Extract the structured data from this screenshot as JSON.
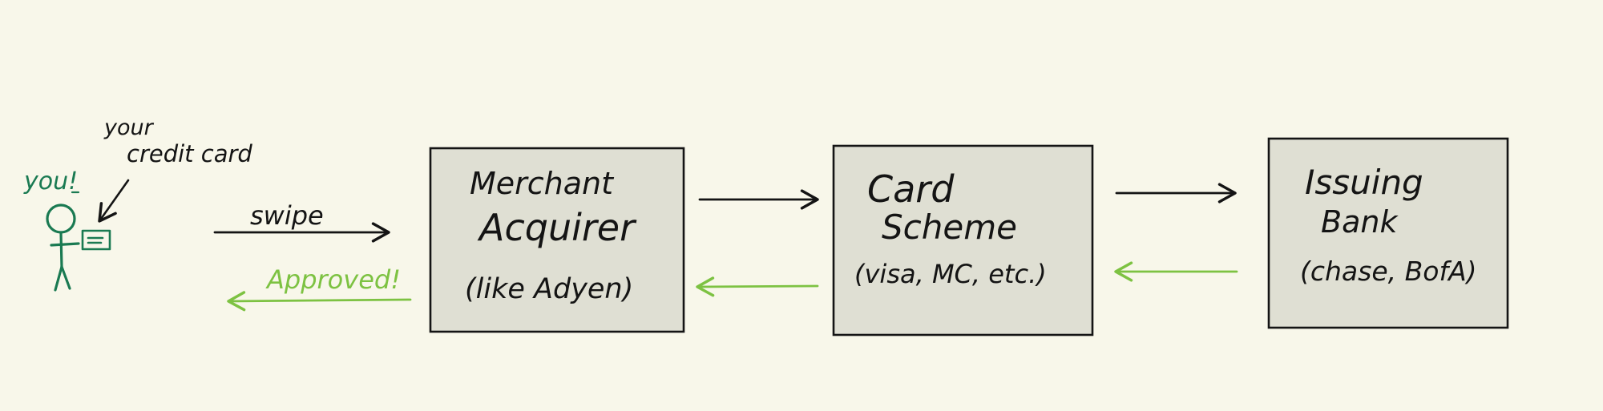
{
  "colors": {
    "background": "#f8f7ea",
    "box_fill": "#dfdfd3",
    "ink": "#141414",
    "you_green": "#1a7a52",
    "approved_green": "#7dc242"
  },
  "person": {
    "label": "you!",
    "icon": "stick-figure-icon"
  },
  "card": {
    "label_line1": "your",
    "label_line2": "credit card",
    "icon": "credit-card-icon"
  },
  "arrows": {
    "swipe_label": "swipe",
    "approved_label": "Approved!"
  },
  "nodes": [
    {
      "id": "merchant-acquirer",
      "line1": "Merchant",
      "line2": "Acquirer",
      "line3": "(like Adyen)"
    },
    {
      "id": "card-scheme",
      "line1": "Card",
      "line2": "Scheme",
      "line3": "(visa, MC, etc.)"
    },
    {
      "id": "issuing-bank",
      "line1": "Issuing",
      "line2": "Bank",
      "line3": "(chase, BofA)"
    }
  ]
}
